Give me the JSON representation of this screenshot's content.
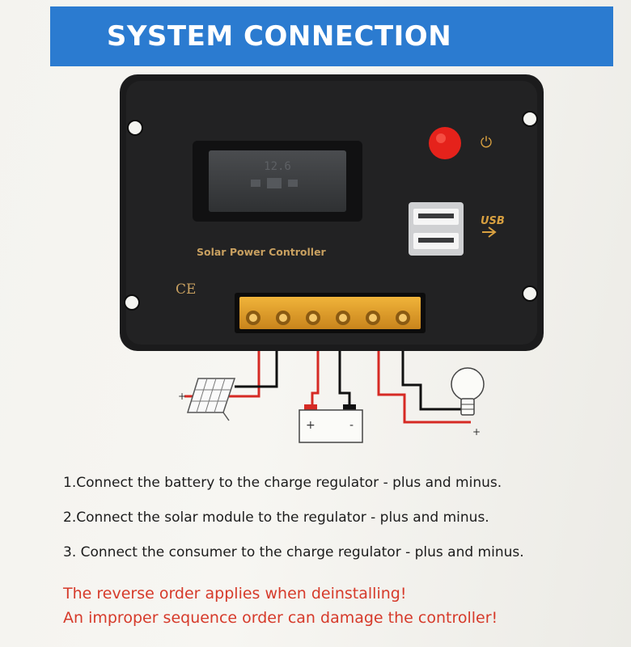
{
  "header": {
    "title": "SYSTEM CONNECTION"
  },
  "controller": {
    "brand_label": "Solar Power Controller",
    "lcd_reading": "12.6",
    "ce_mark": "CE",
    "usb_label": "USB",
    "power_symbol": "⏻",
    "icon_names": [
      "power-button-icon",
      "usb-port-icon",
      "terminal-block-icon",
      "ce-mark-icon"
    ]
  },
  "components": {
    "solar_panel_icon": "solar-panel-icon",
    "battery_icon": "battery-icon",
    "lamp_icon": "light-bulb-icon",
    "plus_sign": "+",
    "minus_sign": "-"
  },
  "colors": {
    "banner": "#2b7bd0",
    "warning_text": "#d63a2a",
    "wire_positive": "#d62a24",
    "wire_negative": "#111111",
    "power_button": "#e5221b",
    "terminals": "#e3a327"
  },
  "instructions": {
    "steps": [
      "1.Connect the battery to the charge regulator - plus and minus.",
      "2.Connect the solar module to the regulator - plus and minus.",
      "3. Connect the consumer to the charge regulator - plus and minus."
    ],
    "warnings": [
      "The reverse order applies when deinstalling!",
      "An improper sequence order can damage the controller!"
    ]
  }
}
